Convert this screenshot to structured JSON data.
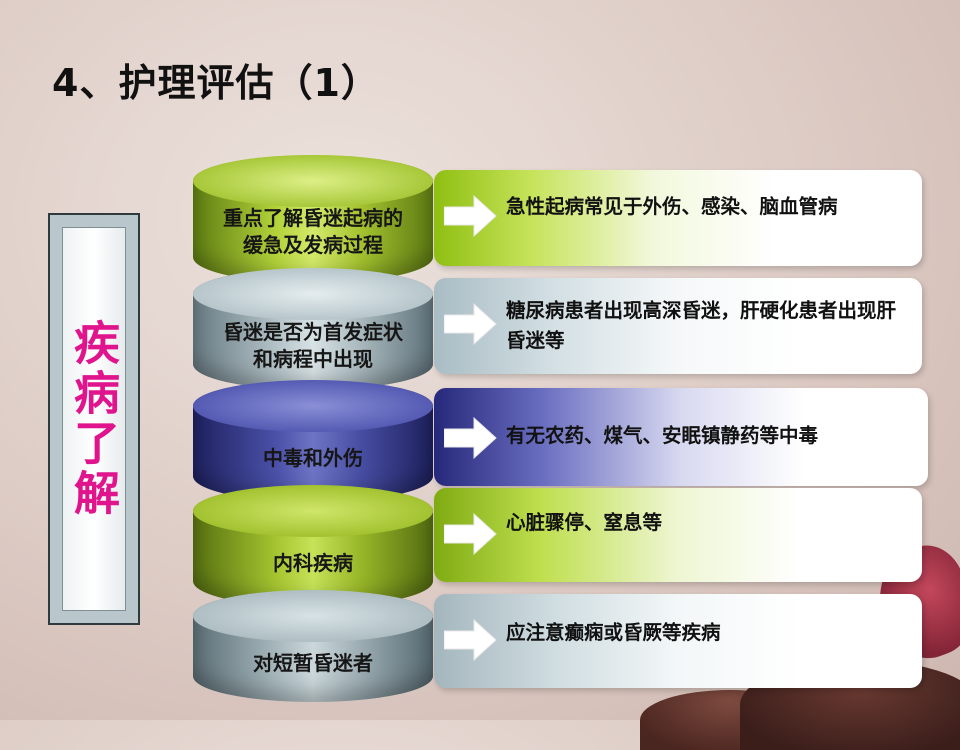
{
  "title": "4、护理评估（1）",
  "side_label": "疾病了解",
  "rows": [
    {
      "cylinder": "重点了解昏迷起病的缓急及发病过程",
      "detail": "急性起病常见于外伤、感染、脑血管病"
    },
    {
      "cylinder": "昏迷是否为首发症状和病程中出现",
      "detail": "糖尿病患者出现高深昏迷，肝硬化患者出现肝昏迷等"
    },
    {
      "cylinder": "中毒和外伤",
      "detail": "有无农药、煤气、安眠镇静药等中毒"
    },
    {
      "cylinder": "内科疾病",
      "detail": "心脏骤停、窒息等"
    },
    {
      "cylinder": "对短暂昏迷者",
      "detail": "应注意癫痫或昏厥等疾病"
    }
  ],
  "colors": {
    "side_label": "#e0148c",
    "green": "#a6c530",
    "gray": "#b3c3c8",
    "navy": "#4b51a8"
  },
  "icons": {
    "row_arrow": "right-arrow-icon"
  }
}
